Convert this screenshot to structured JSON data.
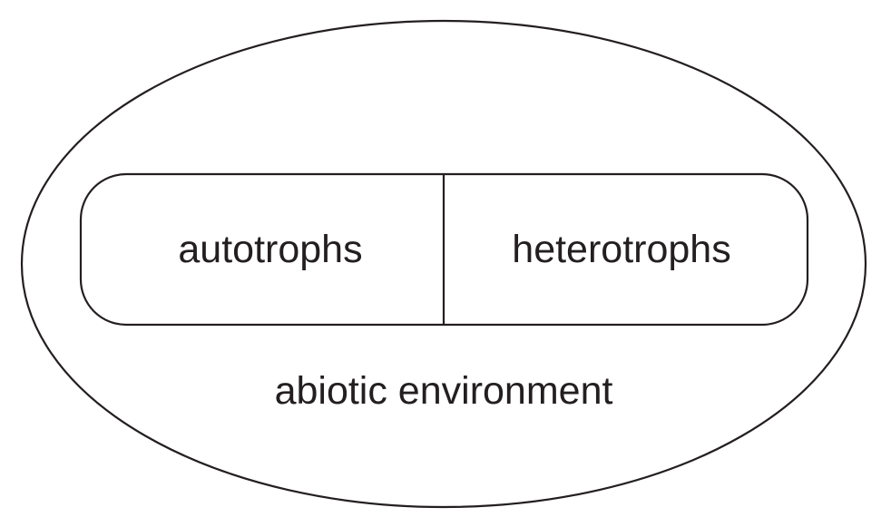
{
  "diagram": {
    "outer_label": "abiotic environment",
    "inner_left_label": "autotrophs",
    "inner_right_label": "heterotrophs"
  }
}
